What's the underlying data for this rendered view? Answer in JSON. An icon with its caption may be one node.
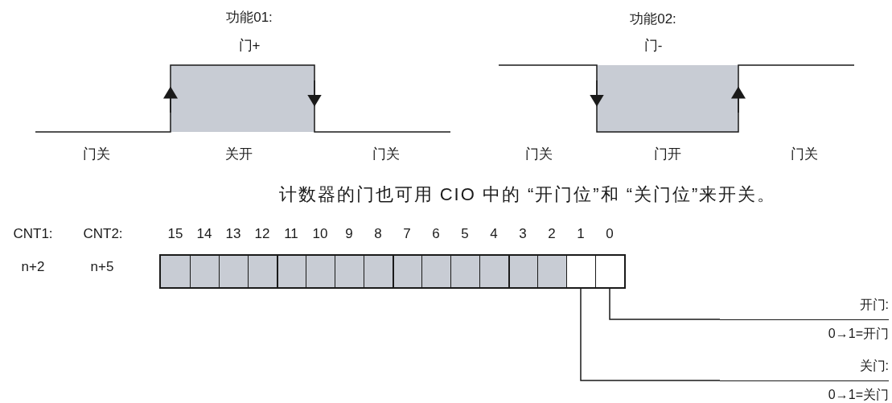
{
  "diagram": {
    "nodes": [
      {
        "text": [],
        "shape": "bar"
      },
      {
        "text": [],
        "shape": "box",
        "in": 0
      },
      {
        "text": [],
        "shape": "box",
        "in": 0
      },
      {
        "text": [],
        "shape": "box",
        "in": 0
      },
      {
        "text": [],
        "shape": "box",
        "in": 0
      },
      {
        "text": [],
        "shape": "box",
        "in": 0
      },
      {
        "text": [],
        "shape": "box",
        "in": 0
      },
      {
        "text": [],
        "shape": "box",
        "in": 0
      },
      {
        "text": [],
        "shape": "box",
        "in": 0
      },
      {
        "text": [],
        "shape": "box",
        "in": 0
      },
      {
        "text": [],
        "shape": "box",
        "in": 0
      },
      {
        "text": [],
        "shape": "box",
        "in": 0
      },
      {
        "text": [],
        "shape": "box",
        "in": 0
      },
      {
        "text": [],
        "shape": "box",
        "in": 0
      },
      {
        "text": [],
        "shape": "box",
        "in": 0
      },
      {
        "text": [],
        "shape": "box",
        "in": 0
      },
      {
        "text": [],
        "shape": "box",
        "in": 0
      },
      {
        "text": [
          "开门:",
          "0→1=开门"
        ]
      },
      {
        "text": [
          "关门:",
          "0→1=关门"
        ]
      }
    ],
    "edges": [
      {
        "from": 16,
        "to": 17,
        "arrow": "none"
      },
      {
        "from": 15,
        "to": 18,
        "arrow": "none"
      }
    ],
    "labels": [
      "功能01:",
      "门+",
      "功能02:",
      "门-",
      "门关",
      "关开",
      "门关",
      "门关",
      "门开",
      "门关",
      "计数器的门也可用 CIO 中的 “开门位”和 “关门位”来开关。",
      "CNT1:",
      "CNT2:",
      "15",
      "14",
      "13",
      "12",
      "11",
      "10",
      "9",
      "8",
      "7",
      "6",
      "5",
      "4",
      "3",
      "2",
      "1",
      "0",
      "n+2",
      "n+5"
    ]
  }
}
